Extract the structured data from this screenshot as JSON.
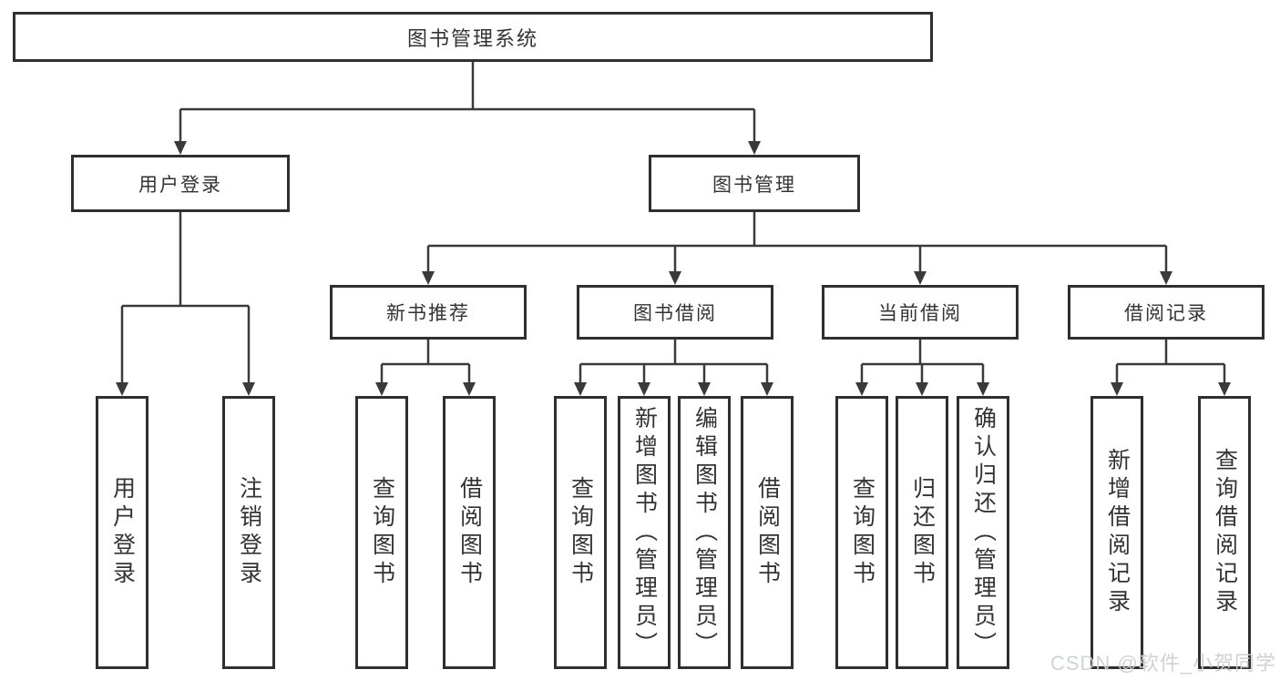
{
  "diagram": {
    "root": {
      "label": "图书管理系统"
    },
    "branches": [
      {
        "label": "用户登录",
        "children": [
          {
            "label": "用户登录"
          },
          {
            "label": "注销登录"
          }
        ]
      },
      {
        "label": "图书管理",
        "children": [
          {
            "label": "新书推荐",
            "children": [
              {
                "label": "查询图书"
              },
              {
                "label": "借阅图书"
              }
            ]
          },
          {
            "label": "图书借阅",
            "children": [
              {
                "label": "查询图书"
              },
              {
                "label": "新增图书（管理员）"
              },
              {
                "label": "编辑图书（管理员）"
              },
              {
                "label": "借阅图书"
              }
            ]
          },
          {
            "label": "当前借阅",
            "children": [
              {
                "label": "查询图书"
              },
              {
                "label": "归还图书"
              },
              {
                "label": "确认归还（管理员）"
              }
            ]
          },
          {
            "label": "借阅记录",
            "children": [
              {
                "label": "新增借阅记录"
              },
              {
                "label": "查询借阅记录"
              }
            ]
          }
        ]
      }
    ],
    "watermark": "CSDN @软件_小贺同学",
    "colors": {
      "line": "#3a3a3a",
      "box_border": "#2f2f2f",
      "box_fill": "#ffffff",
      "text": "#333333",
      "watermark": "#cbced1"
    }
  }
}
